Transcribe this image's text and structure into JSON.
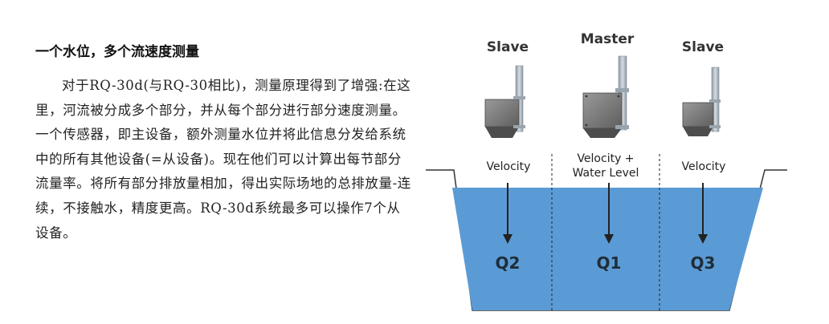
{
  "text": {
    "heading": "一个水位，多个流速度测量",
    "paragraph": "对于RQ-30d(与RQ-30相比)，测量原理得到了增强:在这里，河流被分成多个部分，并从每个部分进行部分速度测量。一个传感器，即主设备，额外测量水位并将此信息分发给系统中的所有其他设备(=从设备)。现在他们可以计算出每节部分流量率。将所有部分排放量相加，得出实际场地的总排放量-连续，不接触水，精度更高。RQ-30d系统最多可以操作7个从设备。"
  },
  "diagram": {
    "devices": [
      {
        "role": "Slave",
        "measurement_line1": "Velocity",
        "measurement_line2": "",
        "flow": "Q2"
      },
      {
        "role": "Master",
        "measurement_line1": "Velocity +",
        "measurement_line2": "Water Level",
        "flow": "Q1"
      },
      {
        "role": "Slave",
        "measurement_line1": "Velocity",
        "measurement_line2": "",
        "flow": "Q3"
      }
    ],
    "colors": {
      "water": "#5b9bd5",
      "sensor_body": "#7a7a7a",
      "pole": "#a9b3bd",
      "arrow": "#222222"
    }
  }
}
